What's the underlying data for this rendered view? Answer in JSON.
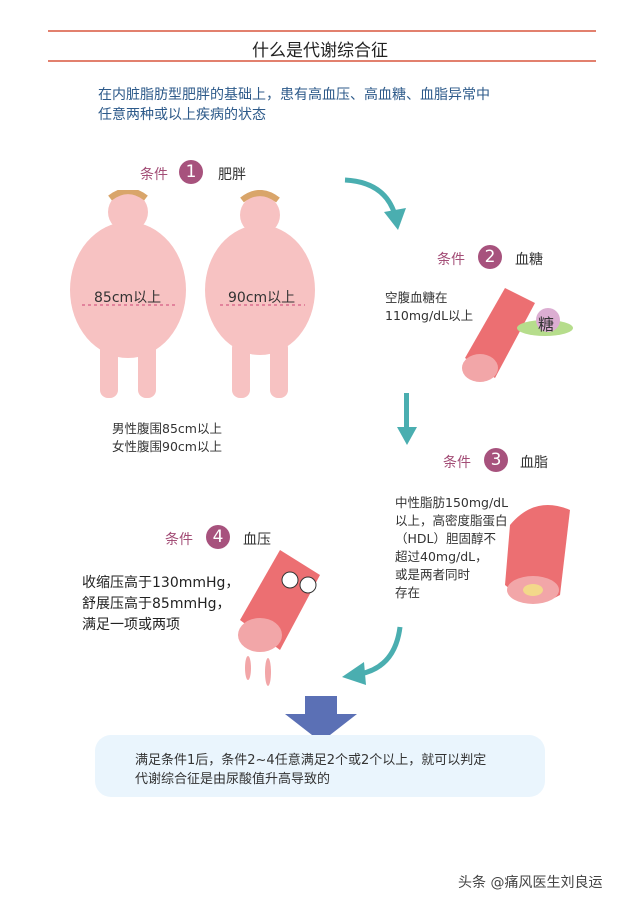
{
  "title": "什么是代谢综合征",
  "subtitle": [
    "在内脏脂肪型肥胖的基础上，患有高血压、高血糖、血脂异常中",
    "任意两种或以上疾病的状态"
  ],
  "condition_label": "条件",
  "conditions": [
    {
      "num": "1",
      "name": "肥胖",
      "figure_labels": [
        "85cm以上",
        "90cm以上"
      ],
      "desc": [
        "男性腹围85cm以上",
        "女性腹围90cm以上"
      ]
    },
    {
      "num": "2",
      "name": "血糖",
      "desc": [
        "空腹血糖在",
        "110mg/dL以上"
      ],
      "badge": "糖"
    },
    {
      "num": "3",
      "name": "血脂",
      "desc": [
        "中性脂肪150mg/dL",
        "以上，高密度脂蛋白",
        "（HDL）胆固醇不",
        "超过40mg/dL，",
        "或是两者同时",
        "存在"
      ]
    },
    {
      "num": "4",
      "name": "血压",
      "desc": [
        "收缩压高于130mmHg，",
        "舒展压高于85mmHg，",
        "满足一项或两项"
      ]
    }
  ],
  "conclusion": [
    "满足条件1后，条件2~4任意满足2个或2个以上，就可以判定",
    "代谢综合征是由尿酸值升高导致的"
  ],
  "watermark": "头条 @痛风医生刘良运",
  "colors": {
    "rule": "#e2806e",
    "accent": "#a7527d",
    "arrow": "#4aaeb0",
    "down_arrow": "#5b70b5",
    "box": "#eaf5fd"
  }
}
